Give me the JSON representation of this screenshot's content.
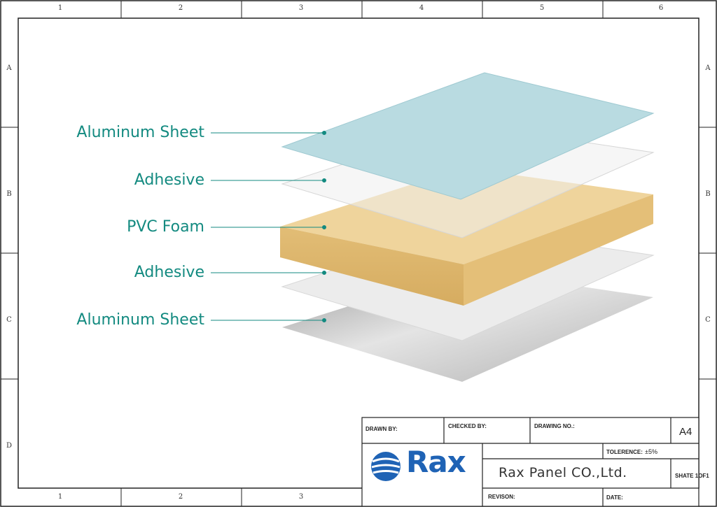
{
  "border": {
    "columns": [
      "1",
      "2",
      "3",
      "4",
      "5",
      "6"
    ],
    "rows": [
      "A",
      "B",
      "C",
      "D"
    ]
  },
  "layers": [
    {
      "label": "Aluminum Sheet"
    },
    {
      "label": "Adhesive"
    },
    {
      "label": "PVC Foam"
    },
    {
      "label": "Adhesive"
    },
    {
      "label": "Aluminum Sheet"
    }
  ],
  "colors": {
    "label": "#138a80",
    "aluminum_top": "#b9dbe1",
    "foam": "#e8c88a",
    "logo": "#1f63b5"
  },
  "title_block": {
    "drawn_by": "DRAWN BY:",
    "checked_by": "CHECKED BY:",
    "drawing_no": "DRAWING NO.:",
    "size": "A4",
    "tolerance_label": "TOLERENCE:",
    "tolerance_value": "±5%",
    "logo": "Rax",
    "company": "Rax Panel CO.,Ltd.",
    "sheet": "SHATE 1OF1",
    "revision": "REVISON:",
    "date": "DATE:"
  }
}
